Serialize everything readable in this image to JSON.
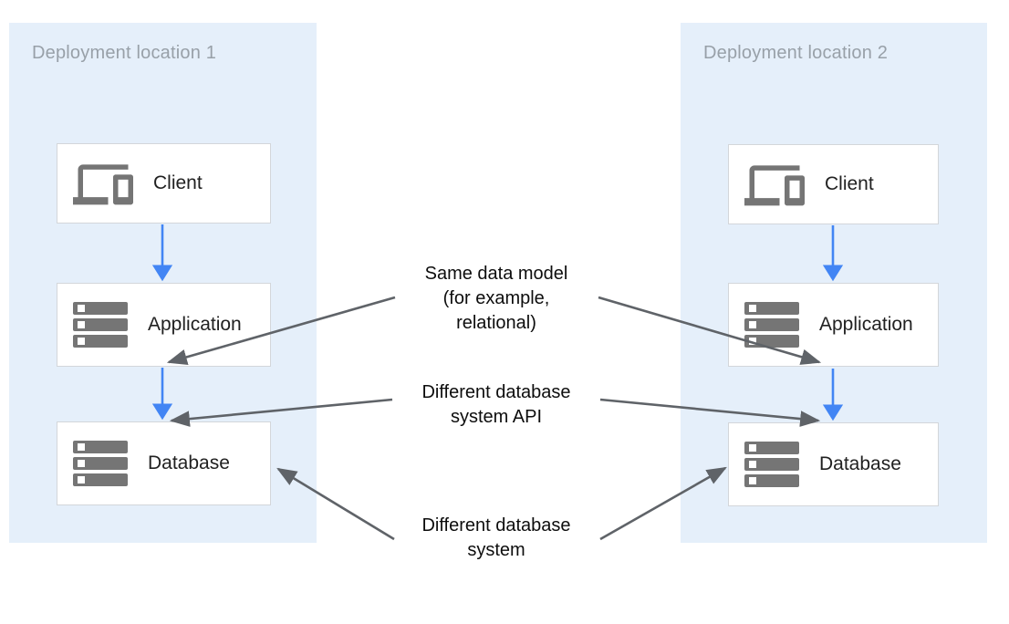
{
  "diagram": {
    "panels": [
      {
        "title": "Deployment location 1",
        "nodes": [
          {
            "label": "Client",
            "icon": "devices-icon"
          },
          {
            "label": "Application",
            "icon": "server-stack-icon"
          },
          {
            "label": "Database",
            "icon": "server-stack-icon"
          }
        ]
      },
      {
        "title": "Deployment location 2",
        "nodes": [
          {
            "label": "Client",
            "icon": "devices-icon"
          },
          {
            "label": "Application",
            "icon": "server-stack-icon"
          },
          {
            "label": "Database",
            "icon": "server-stack-icon"
          }
        ]
      }
    ],
    "annotations": [
      {
        "text": "Same data model (for example, relational)",
        "lines": [
          "Same data model",
          "(for example,",
          "relational)"
        ],
        "points_to": "bottom of Application boxes"
      },
      {
        "text": "Different database system API",
        "lines": [
          "Different database",
          "system API"
        ],
        "points_to": "top of Database boxes"
      },
      {
        "text": "Different database system",
        "lines": [
          "Different database",
          "system"
        ],
        "points_to": "side of Database boxes"
      }
    ],
    "colors": {
      "panel_bg": "#e5effa",
      "flow_arrow_blue": "#4285f4",
      "annotation_arrow_gray": "#5f6368",
      "box_border": "#d3d6da",
      "box_bg": "#ffffff",
      "icon_gray": "#757575",
      "panel_title_gray": "#98a0a8",
      "node_label_color": "#212121",
      "annotation_text_color": "#0d0d0d"
    }
  }
}
